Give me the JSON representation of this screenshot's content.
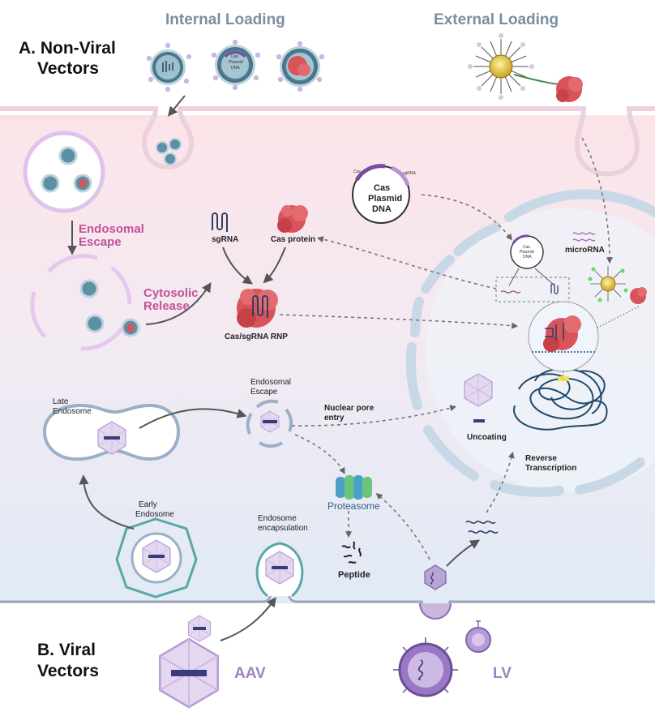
{
  "sections": {
    "non_viral": {
      "line1": "A. Non-Viral",
      "line2": "Vectors"
    },
    "viral": {
      "line1": "B. Viral",
      "line2": "Vectors"
    }
  },
  "headers": {
    "internal_loading": "Internal Loading",
    "external_loading": "External Loading"
  },
  "nanoparticle_labels": {
    "cas_plasmid_dna": {
      "line1": "Cas",
      "line2": "Plasmid",
      "line3": "DNA"
    }
  },
  "non_viral_pathway": {
    "endosomal_escape": {
      "line1": "Endosomal",
      "line2": "Escape"
    },
    "cytosolic_release": {
      "line1": "Cytosolic",
      "line2": "Release"
    },
    "sgrna": "sgRNA",
    "cas_protein": "Cas protein",
    "rnp": "Cas/sgRNA RNP",
    "plasmid": {
      "cas": "Cas",
      "sgrna": "sgRNA",
      "line1": "Cas",
      "line2": "Plasmid",
      "line3": "DNA"
    },
    "mirna": "microRNA"
  },
  "viral_pathway": {
    "late_endosome": {
      "line1": "Late",
      "line2": "Endosome"
    },
    "endosomal_escape": {
      "line1": "Endosomal",
      "line2": "Escape"
    },
    "nuclear_pore": {
      "line1": "Nuclear pore",
      "line2": "entry"
    },
    "uncoating": "Uncoating",
    "reverse_transcription": {
      "line1": "Reverse",
      "line2": "Transcription"
    },
    "proteasome": "Proteasome",
    "peptide": "Peptide",
    "early_endosome": {
      "line1": "Early",
      "line2": "Endosome"
    },
    "encapsulation": {
      "line1": "Endosome",
      "line2": "encapsulation"
    },
    "aav": "AAV",
    "lv": "LV"
  },
  "colors": {
    "cytoplasm_top": "#fbe7ea",
    "cytoplasm_bottom": "#e4ecf7",
    "membrane": "#e9c9d6",
    "nuclear_envelope": "#c6d6e6",
    "vesicle": "#d6b6e8",
    "cas_protein": "#d9535a",
    "capsid": "#cbb6e0",
    "lentivirus": "#9a78c4",
    "label_pink": "#c2519a",
    "label_purple": "#9b84c2",
    "header_gray": "#7a8fa0"
  }
}
